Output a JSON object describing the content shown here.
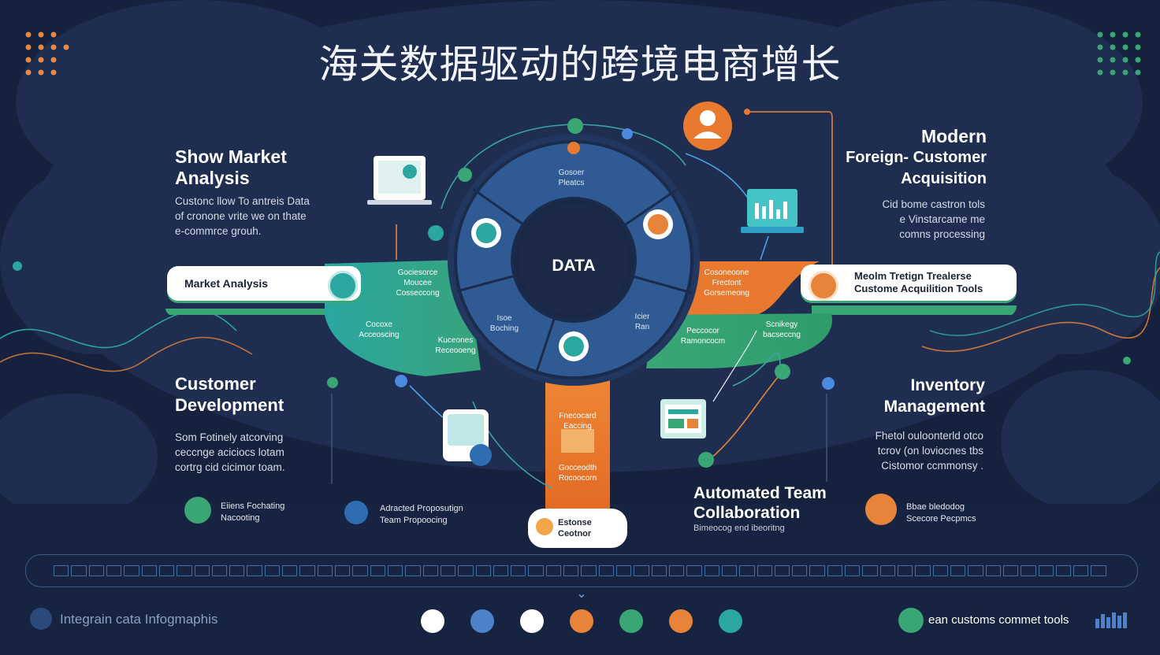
{
  "header": {
    "title": "海关数据驱动的跨境电商增长"
  },
  "sections": {
    "market": {
      "heading_lines": [
        "Show Market",
        "Analysis"
      ],
      "body_lines": [
        "Custonc llow To antreis Data",
        "of cronone vrite we on thate",
        "e-commrce grouh."
      ]
    },
    "foreign": {
      "heading_lines": [
        "Modern",
        "Foreign- Customer",
        "Acquisition"
      ],
      "body_lines": [
        "Cid bome castron tols",
        "e Vinstarcame me",
        "comns processing"
      ]
    },
    "customer": {
      "heading_lines": [
        "Customer",
        "Development"
      ],
      "body_lines": [
        "Som Fotinely atcorving",
        "ceccnge aciciocs lotam",
        "cortrg cid cicimor toam."
      ]
    },
    "inventory": {
      "heading_lines": [
        "Inventory",
        "Management"
      ],
      "body_lines": [
        "Fhetol ouloonterld otco",
        "tcrov (on loviocnes tbs",
        "Cistomor ccmmonsy ."
      ]
    },
    "team": {
      "heading_lines": [
        "Automated Team",
        "Collaboration"
      ],
      "body_lines": [
        "Bimeocog end ibeoritng"
      ]
    }
  },
  "pills": {
    "market": "Market Analysis",
    "foreign_lines": [
      "Meolm Tretign Trealerse",
      "Custome Acquilition Tools"
    ],
    "bottom_lines": [
      "Estonse",
      "Ceotnor"
    ]
  },
  "center": {
    "label": "DATA",
    "segments": {
      "top": [
        "Gosoer",
        "Pleatcs"
      ],
      "left": [
        "Isoe",
        "Boching"
      ],
      "right": [
        "Icier",
        "Ran"
      ]
    }
  },
  "bands": {
    "green_left_top": [
      "Gociesorce",
      "Moucee",
      "Cosseccong"
    ],
    "green_left_a": [
      "Cocoxe",
      "Acceoscing"
    ],
    "green_left_b": [
      "Kuceones",
      "Receooeng"
    ],
    "orange_right": [
      "Cosoneoone",
      "Frectont",
      "Gorsemeong"
    ],
    "green_right_a": [
      "Peccocor",
      "Ramoncocm"
    ],
    "green_right_b": [
      "Scnikegy",
      "bacseccng"
    ],
    "orange_stem_top": [
      "Fnecocard",
      "Eaccing"
    ],
    "orange_stem_bottom": [
      "Gocceodth",
      "Rocoocorn"
    ]
  },
  "bottom_items": {
    "left_a": [
      "Eiiens Fochating",
      "Nacooting"
    ],
    "left_b": [
      "Adracted Proposutign",
      "Team Propoocing"
    ],
    "right_a": [
      "Bbae bledodog",
      "Scecore Pecpmcs"
    ]
  },
  "footer": {
    "left_text": "Integrain cata Infogmaphis",
    "right_text": "ean customs commet tools",
    "chevron": "⌄"
  },
  "colors": {
    "background": "#16223d",
    "cloud": "#1d2c4e",
    "ring": "#2f5a94",
    "teal": "#2ba7a0",
    "green": "#3aa676",
    "orange": "#e87a2f"
  }
}
